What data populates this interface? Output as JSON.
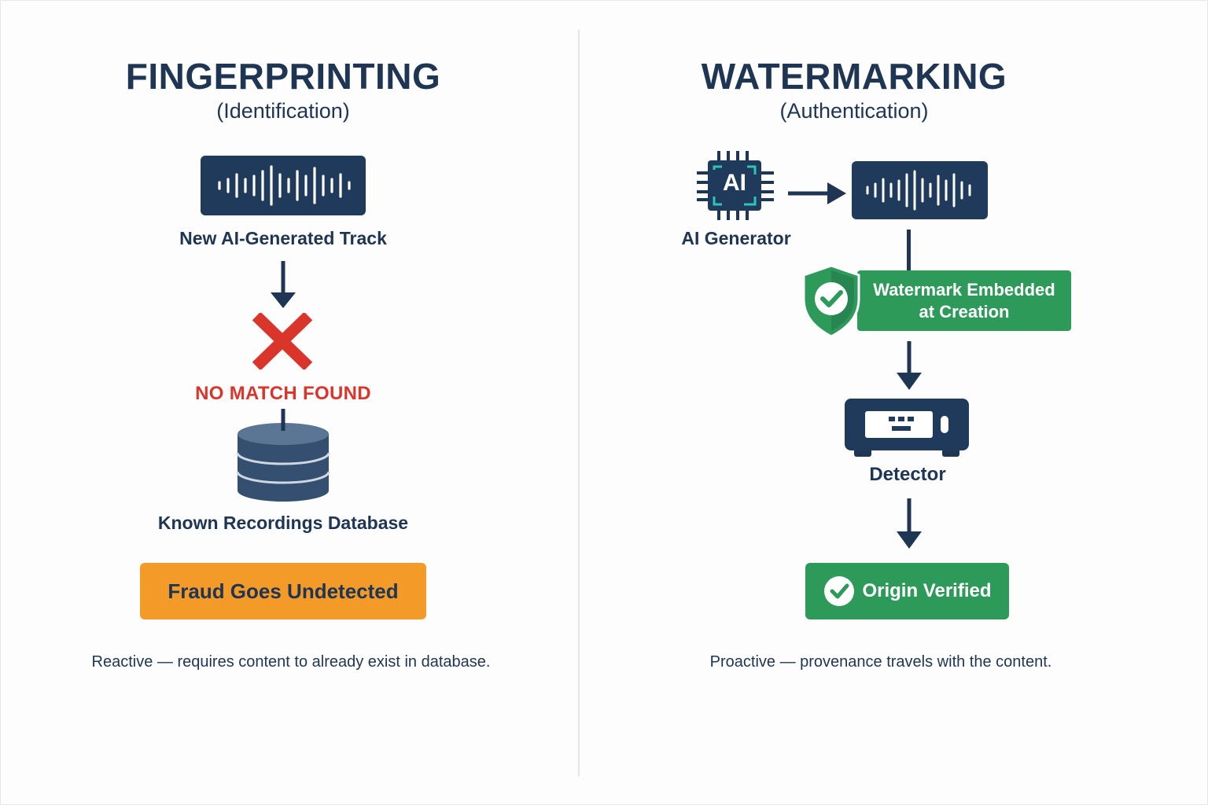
{
  "left": {
    "title": "FINGERPRINTING",
    "subtitle": "(Identification)",
    "track_label": "New AI-Generated Track",
    "no_match": "NO MATCH FOUND",
    "database_label": "Known Recordings Database",
    "result_label": "Fraud Goes Undetected",
    "note": "Reactive — requires content to already exist in database."
  },
  "right": {
    "title": "WATERMARKING",
    "subtitle": "(Authentication)",
    "chip_text": "AI",
    "generator_label": "AI Generator",
    "watermark_line1": "Watermark Embedded",
    "watermark_line2": "at Creation",
    "detector_label": "Detector",
    "result_label": "Origin Verified",
    "note": "Proactive — provenance travels with the content."
  },
  "colors": {
    "navy": "#1f3a5a",
    "text": "#1e3553",
    "red": "#d9352b",
    "orange": "#f39a28",
    "green": "#2e9a5a",
    "teal": "#2ec4b6"
  },
  "icons": [
    "waveform-icon",
    "arrow-down-icon",
    "x-icon",
    "database-icon",
    "chip-icon",
    "arrow-right-icon",
    "shield-check-icon",
    "detector-icon",
    "check-circle-icon"
  ]
}
